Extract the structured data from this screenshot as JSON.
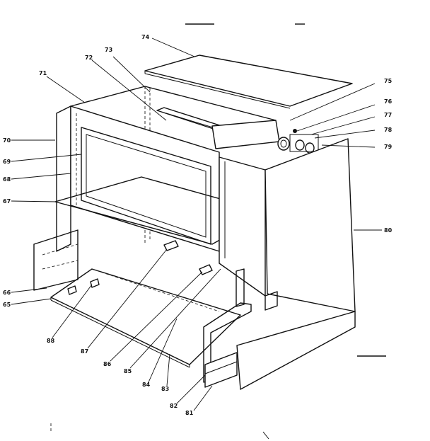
{
  "callouts": [
    {
      "id": "74",
      "label": "74"
    },
    {
      "id": "73",
      "label": "73"
    },
    {
      "id": "72",
      "label": "72"
    },
    {
      "id": "71",
      "label": "71"
    },
    {
      "id": "75",
      "label": "75"
    },
    {
      "id": "76",
      "label": "76"
    },
    {
      "id": "77",
      "label": "77"
    },
    {
      "id": "78",
      "label": "78"
    },
    {
      "id": "79",
      "label": "79"
    },
    {
      "id": "70",
      "label": "70"
    },
    {
      "id": "69",
      "label": "69"
    },
    {
      "id": "68",
      "label": "68"
    },
    {
      "id": "67",
      "label": "67"
    },
    {
      "id": "80",
      "label": "80"
    },
    {
      "id": "66",
      "label": "66"
    },
    {
      "id": "65",
      "label": "65"
    },
    {
      "id": "88",
      "label": "88"
    },
    {
      "id": "87",
      "label": "87"
    },
    {
      "id": "86",
      "label": "86"
    },
    {
      "id": "85",
      "label": "85"
    },
    {
      "id": "84",
      "label": "84"
    },
    {
      "id": "83",
      "label": "83"
    },
    {
      "id": "82",
      "label": "82"
    },
    {
      "id": "81",
      "label": "81"
    }
  ]
}
